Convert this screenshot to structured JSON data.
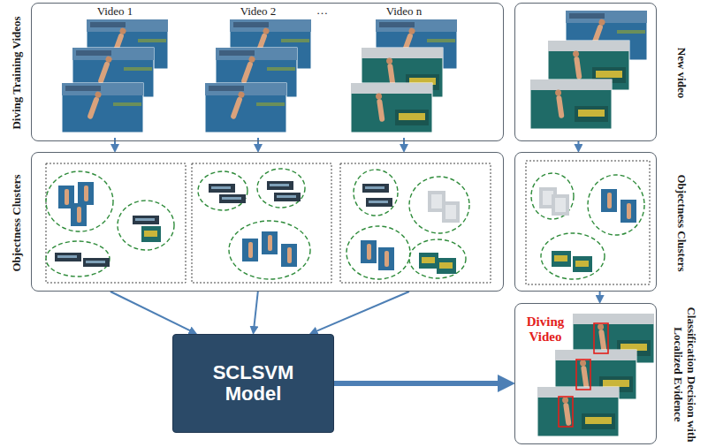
{
  "diagram": {
    "nodes": [
      {
        "text": [
          "Diving Training Videos"
        ]
      },
      {
        "text": [
          "Video 1"
        ],
        "in": 0
      },
      {
        "text": [
          "Video 2"
        ],
        "in": 0
      },
      {
        "text": [
          "Video n"
        ],
        "in": 0
      },
      {
        "text": [
          "Objectness Clusters"
        ]
      },
      {
        "text": [
          "SCLSVM Model"
        ]
      },
      {
        "text": [
          "New video"
        ]
      },
      {
        "text": [
          "Objectness Clusters"
        ]
      },
      {
        "text": [
          "Classification Decision with Localized Evidence",
          "Diving Video"
        ]
      }
    ],
    "edges": [
      {
        "from": 1,
        "to": 4,
        "arrow": "to"
      },
      {
        "from": 2,
        "to": 4,
        "arrow": "to"
      },
      {
        "from": 3,
        "to": 4,
        "arrow": "to"
      },
      {
        "from": 4,
        "to": 5,
        "arrow": "to"
      },
      {
        "from": 4,
        "to": 5,
        "arrow": "to"
      },
      {
        "from": 4,
        "to": 5,
        "arrow": "to"
      },
      {
        "from": 5,
        "to": 8,
        "arrow": "to"
      },
      {
        "from": 6,
        "to": 7,
        "arrow": "to"
      },
      {
        "from": 7,
        "to": 8,
        "arrow": "to"
      }
    ],
    "labels": [
      "…"
    ]
  }
}
